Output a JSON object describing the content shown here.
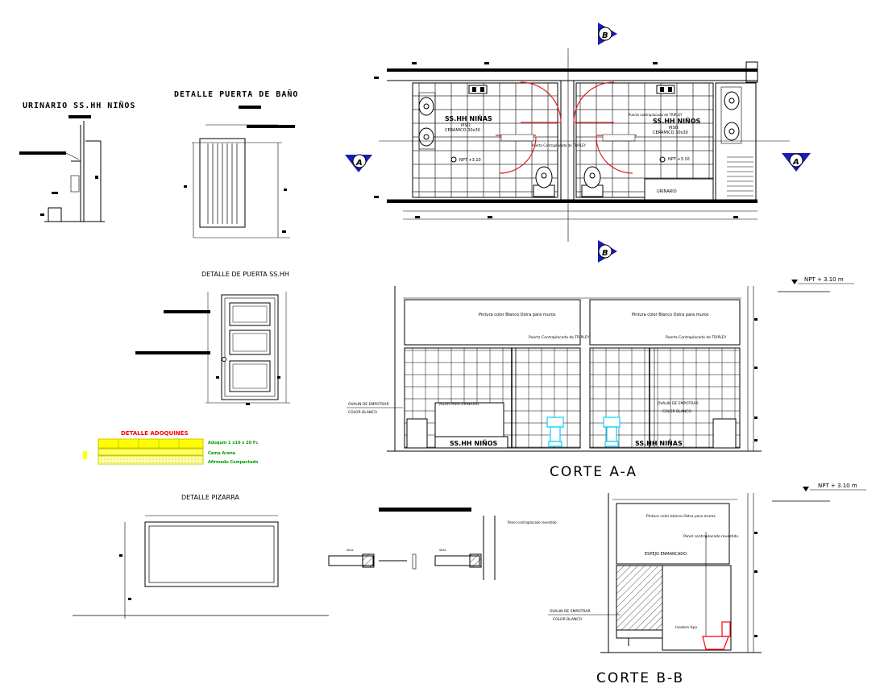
{
  "titles": {
    "urinario": "URINARIO SS.HH NIÑOS",
    "puerta_bano": "DETALLE PUERTA DE BAÑO",
    "puerta_sshh": "DETALLE DE PUERTA SS.HH",
    "adoquines": "DETALLE ADOQUINES",
    "pizarra": "DETALLE PIZARRA",
    "corte_aa": "CORTE A-A",
    "corte_bb": "CORTE B-B"
  },
  "plan": {
    "room_left": "SS.HH NIÑAS",
    "room_right": "SS.HH NIÑOS",
    "piso_left": "PISO",
    "ceramico_left": "CERAMICO 30x30",
    "piso_right": "PISO",
    "ceramico_right": "CERAMICO 30x30",
    "npt_left": "NPT +3.10",
    "npt_right": "NPT +3.10",
    "urinario": "URINARIO",
    "door_note_left": "Puerta Contraplacada de TRIPLEY",
    "door_note_right": "Puerta contraplacada de TRIPLEY",
    "section_a": "A",
    "section_b": "B"
  },
  "corte_aa": {
    "npt": "NPT + 3.10 m",
    "pintura_left": "Pintura color Blanco Ostra para muros",
    "pintura_right": "Pintura color Blanco Ostra para muros",
    "puerta_left": "Puerta Contraplacada de TRIPLEY",
    "puerta_right": "Puerta Contraplacada de TRIPLEY",
    "ovalin_left": "OVALIN DE EMPOTRAR",
    "color_left": "COLOR BLANCO",
    "agua": "AGUA PARA URINARIO",
    "ovalin_right": "OVALIN DE EMPOTRAR",
    "color_right": "COLOR BLANCO",
    "room_left": "SS.HH NIÑOS",
    "room_right": "SS.HH NIÑAS"
  },
  "corte_bb": {
    "npt": "NPT + 3.10 m",
    "pintura": "Pintura color blanco Ostra para muros",
    "panel": "Panel contraplacado revestido",
    "espejo": "ESPEJO ENMARCADO",
    "ovalin": "OVALIN DE EMPOTRAR",
    "color": "COLOR BLANCO",
    "inodoro": "Inodoro tipo"
  },
  "adoquines": {
    "layer1": "Adoquin 1 x10 x 20 Fc",
    "layer2": "Cama Arena",
    "layer3": "Afirmado Compactado"
  },
  "panel_detail": {
    "title": "Panel contraplacado revestido"
  },
  "colors": {
    "line": "#000000",
    "door_swing": "#e02020",
    "section_marker": "#1b1bb8",
    "adoquin_fill": "#ffff00",
    "adoquin_text": "#00a000",
    "adoquin_title": "#ff0000",
    "toilet_aa": "#00d0ff",
    "toilet_bb": "#ff0000"
  }
}
